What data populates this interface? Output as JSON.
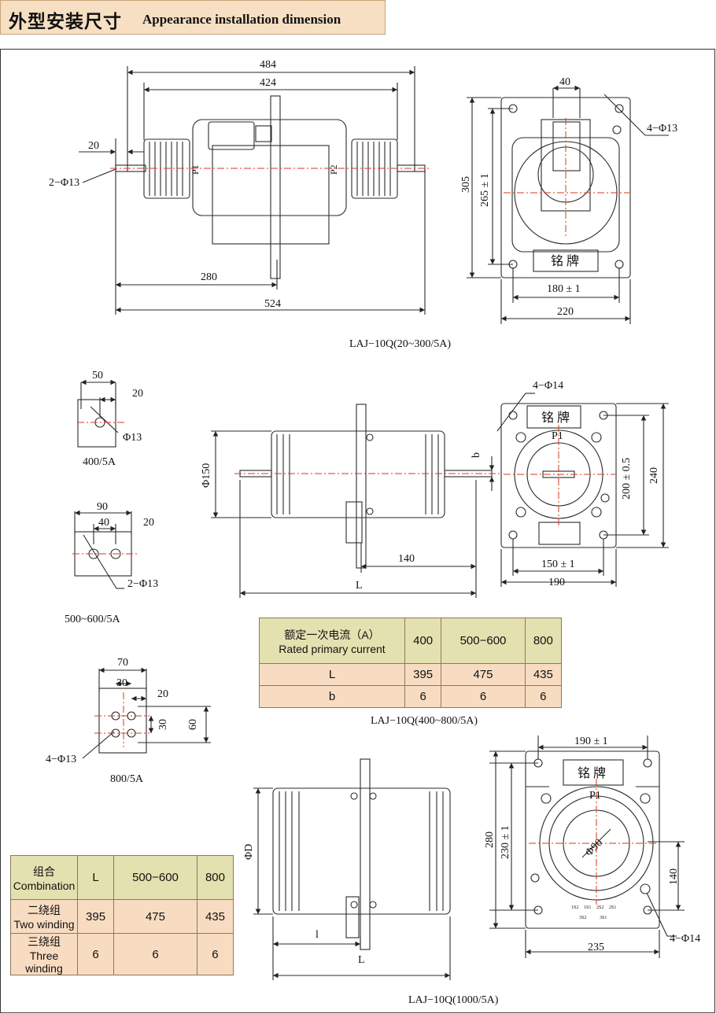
{
  "header": {
    "title_zh": "外型安装尺寸",
    "title_en": "Appearance installation dimension"
  },
  "dims": {
    "d484": "484",
    "d424": "424",
    "d20": "20",
    "d2phi13": "2−Φ13",
    "d280": "280",
    "d524": "524",
    "p1": "P1",
    "p2": "P2",
    "d40": "40",
    "d4phi13": "4−Φ13",
    "d305": "305",
    "d265": "265 ± 1",
    "d180": "180 ± 1",
    "d220": "220",
    "nameplate": "铭 牌",
    "model1": "LAJ−10Q(20~300/5A)",
    "s1_50": "50",
    "s1_20": "20",
    "s1_phi13": "Φ13",
    "s1_label": "400/5A",
    "s2_90": "90",
    "s2_40": "40",
    "s2_20": "20",
    "s2_phi": "2−Φ13",
    "s2_label": "500~600/5A",
    "s3_70": "70",
    "s3_30": "30",
    "s3_20": "20",
    "s3_30v": "30",
    "s3_60": "60",
    "s3_phi": "4−Φ13",
    "s3_label": "800/5A",
    "m2_phi150": "Φ150",
    "m2_b": "b",
    "m2_140": "140",
    "m2_L": "L",
    "r2_4phi14": "4−Φ14",
    "r2_p1": "P1",
    "r2_200": "200 ± 0.5",
    "r2_240": "240",
    "r2_150": "150 ± 1",
    "r2_190": "190",
    "model2": "LAJ−10Q(400~800/5A)",
    "m3_phiD": "ΦD",
    "m3_l": "l",
    "m3_L": "L",
    "r3_190": "190 ± 1",
    "r3_p1": "P1",
    "r3_phi90": "Φ90",
    "r3_280": "280",
    "r3_230": "230 ± 1",
    "r3_140": "140",
    "r3_235": "235",
    "r3_4phi14": "4−Φ14",
    "r3_t1": "1S1",
    "r3_t2": "1S2",
    "r3_t3": "2S1",
    "r3_t4": "2S2",
    "r3_t5": "3S1",
    "r3_t6": "3S2",
    "model3": "LAJ−10Q(1000/5A)"
  },
  "table1": {
    "header_zh": "额定一次电流（A）",
    "header_en": "Rated primary current",
    "cols": [
      "400",
      "500−600",
      "800"
    ],
    "rows": [
      {
        "label": "L",
        "values": [
          "395",
          "475",
          "435"
        ]
      },
      {
        "label": "b",
        "values": [
          "6",
          "6",
          "6"
        ]
      }
    ]
  },
  "table2": {
    "header_zh": "组合",
    "header_en": "Combination",
    "cols": [
      "L",
      "500−600",
      "800"
    ],
    "rows": [
      {
        "label_zh": "二绕组",
        "label_en": "Two winding",
        "values": [
          "395",
          "475",
          "435"
        ]
      },
      {
        "label_zh": "三绕组",
        "label_en": "Three winding",
        "values": [
          "6",
          "6",
          "6"
        ]
      }
    ]
  },
  "colors": {
    "line": "#2a2a2a",
    "center_line": "#d93a1a",
    "header_bg": "#f6dfc2",
    "table_head": "#e4e1b0",
    "table_cell": "#f8dcc2"
  }
}
